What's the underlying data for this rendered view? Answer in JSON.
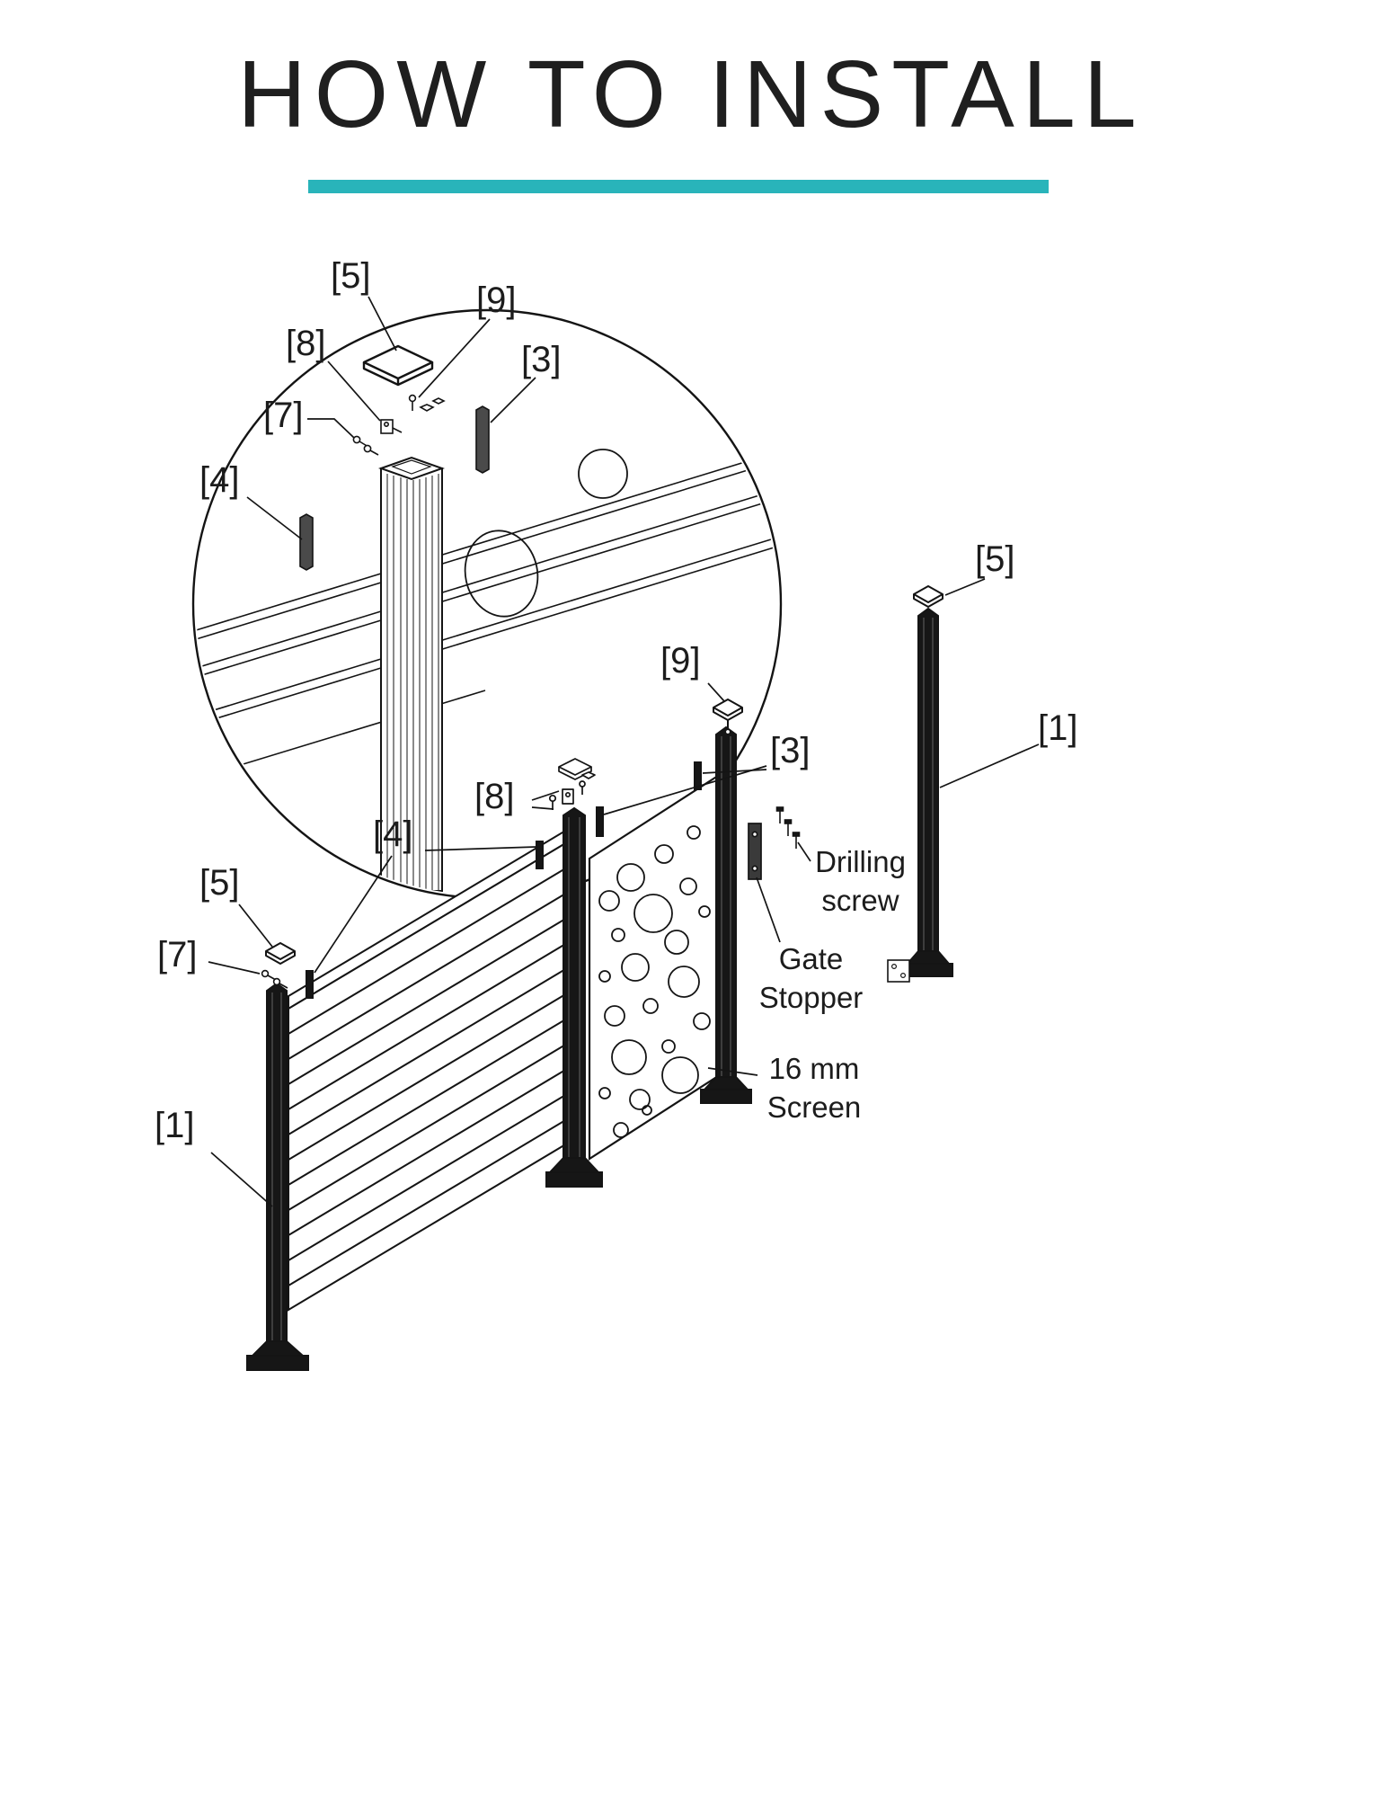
{
  "page": {
    "title": "HOW TO INSTALL"
  },
  "colors": {
    "accent": "#29b4ba",
    "ink": "#141414"
  },
  "labels": {
    "detail_part5": "[5]",
    "detail_part9": "[9]",
    "detail_part8": "[8]",
    "detail_part3": "[3]",
    "detail_part7": "[7]",
    "detail_part4": "[4]",
    "right_post_part5": "[5]",
    "right_post_part1": "[1]",
    "gate_part9": "[9]",
    "gate_part3": "[3]",
    "mid_part8": "[8]",
    "mid_part4": "[4]",
    "left_part5": "[5]",
    "left_part7": "[7]",
    "left_part1": "[1]",
    "drilling_screw": "Drilling screw",
    "gate_stopper": "Gate Stopper",
    "screen_16mm": "16 mm Screen"
  }
}
